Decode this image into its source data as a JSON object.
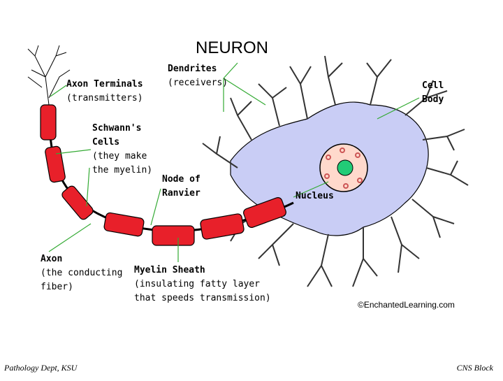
{
  "title": "NEURON",
  "labels": {
    "axon_terminals": "Axon Terminals",
    "axon_terminals_sub": "(transmitters)",
    "dendrites": "Dendrites",
    "dendrites_sub": "(receivers)",
    "cell_body_1": "Cell",
    "cell_body_2": "Body",
    "schwann_1": "Schwann's",
    "schwann_2": "Cells",
    "schwann_3": "(they make",
    "schwann_4": "the myelin)",
    "node_1": "Node of",
    "node_2": "Ranvier",
    "nucleus": "Nucleus",
    "axon": "Axon",
    "axon_sub_1": "(the conducting",
    "axon_sub_2": "fiber)",
    "myelin": "Myelin Sheath",
    "myelin_sub_1": "(insulating fatty layer",
    "myelin_sub_2": "that speeds transmission)"
  },
  "credit": "©EnchantedLearning.com",
  "footer": {
    "left": "Pathology Dept, KSU",
    "right": "CNS Block"
  },
  "colors": {
    "myelin": "#e8202a",
    "cell_body": "#c9cdf5",
    "nucleus": "#ffd9cc",
    "nucleolus": "#22cc77",
    "pointer": "#33aa33"
  }
}
